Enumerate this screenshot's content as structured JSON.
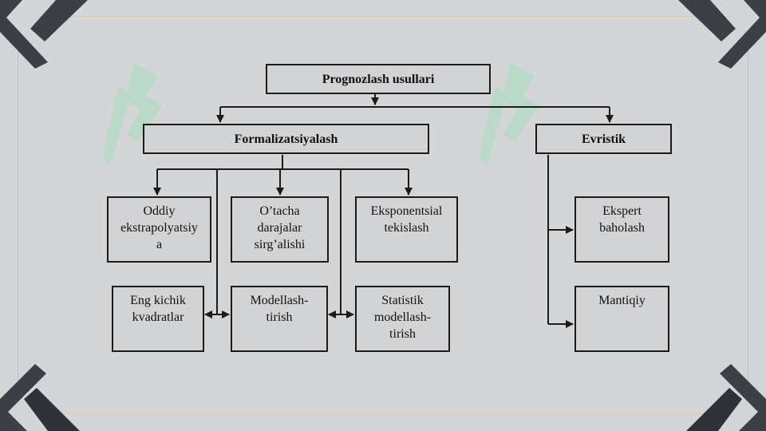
{
  "diagram": {
    "root": "Prognozlash usullari",
    "branches": {
      "formal": "Formalizatsiyalash",
      "heuristic": "Evristik"
    },
    "formal_methods": {
      "oddiy": "Oddiy\nekstrapolyatsiy\na",
      "otacha": "O’tacha\ndarajalar\nsirg’alishi",
      "eksponent": "Eksponentsial\ntekislash",
      "eng_kichik": "Eng kichik\nkvadratlar",
      "modellash": "Modellash-\ntirish",
      "statistik": "Statistik\nmodellash-\ntirish"
    },
    "heuristic_methods": {
      "ekspert": "Ekspert\nbaholash",
      "mantiqiy": "Mantiqiy"
    }
  },
  "colors": {
    "background": "#d4d5d7",
    "frame_accent": "#e0c898",
    "corner_dark": "#3b3f46",
    "watermark": "#9be0b6",
    "line": "#1b1b1b"
  },
  "icons": {
    "watermark": "brand-logo-watermark-icon"
  }
}
